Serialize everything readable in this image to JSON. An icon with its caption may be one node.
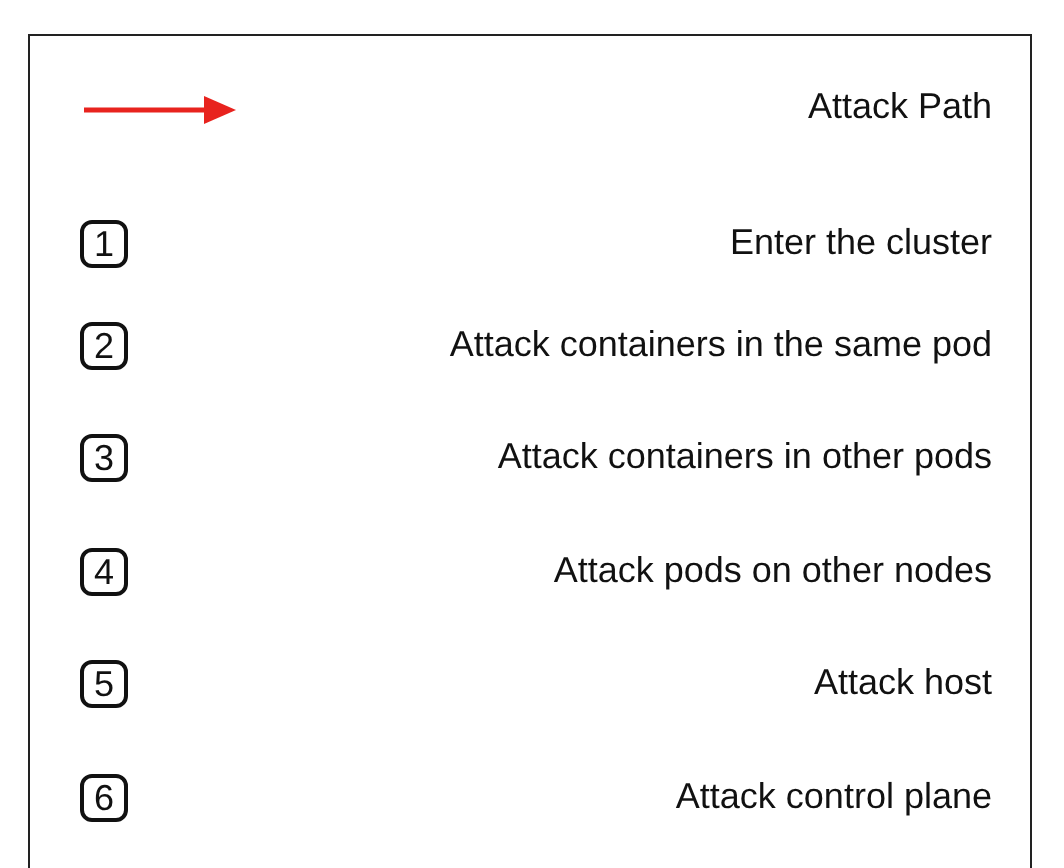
{
  "diagram": {
    "legend": [
      {
        "text": "Attack Path"
      }
    ],
    "labels": [
      "1",
      "Enter the cluster",
      "2",
      "Attack containers in the same pod",
      "3",
      "Attack containers in other pods",
      "4",
      "Attack pods on other nodes",
      "5",
      "Attack host",
      "6",
      "Attack control plane"
    ]
  }
}
